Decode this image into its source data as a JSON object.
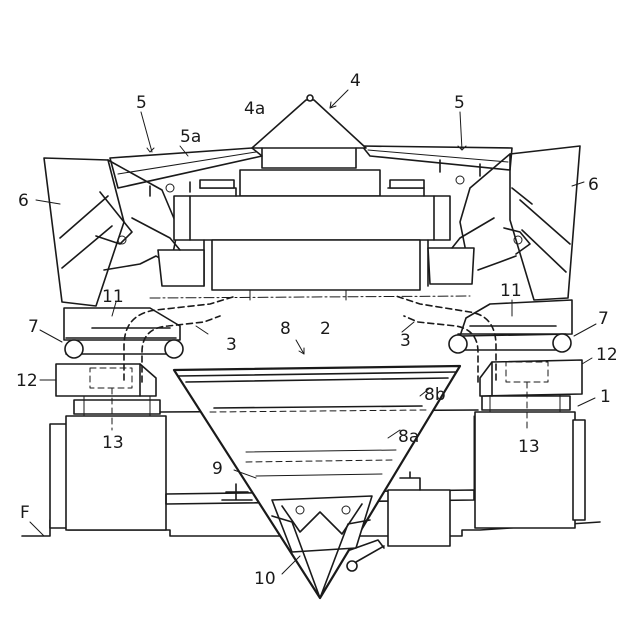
{
  "figure": {
    "labels": {
      "l1": "1",
      "l2": "2",
      "l3_left": "3",
      "l3_right": "3",
      "l4": "4",
      "l4a": "4a",
      "l5_left": "5",
      "l5_right": "5",
      "l5a": "5a",
      "l6_left": "6",
      "l6_right": "6",
      "l7_left": "7",
      "l7_right": "7",
      "l8": "8",
      "l8a": "8a",
      "l8b": "8b",
      "l9": "9",
      "l10": "10",
      "l11_left": "11",
      "l11_right": "11",
      "l12_left": "12",
      "l12_right": "12",
      "l13_left": "13",
      "l13_right": "13",
      "lF": "F"
    }
  }
}
